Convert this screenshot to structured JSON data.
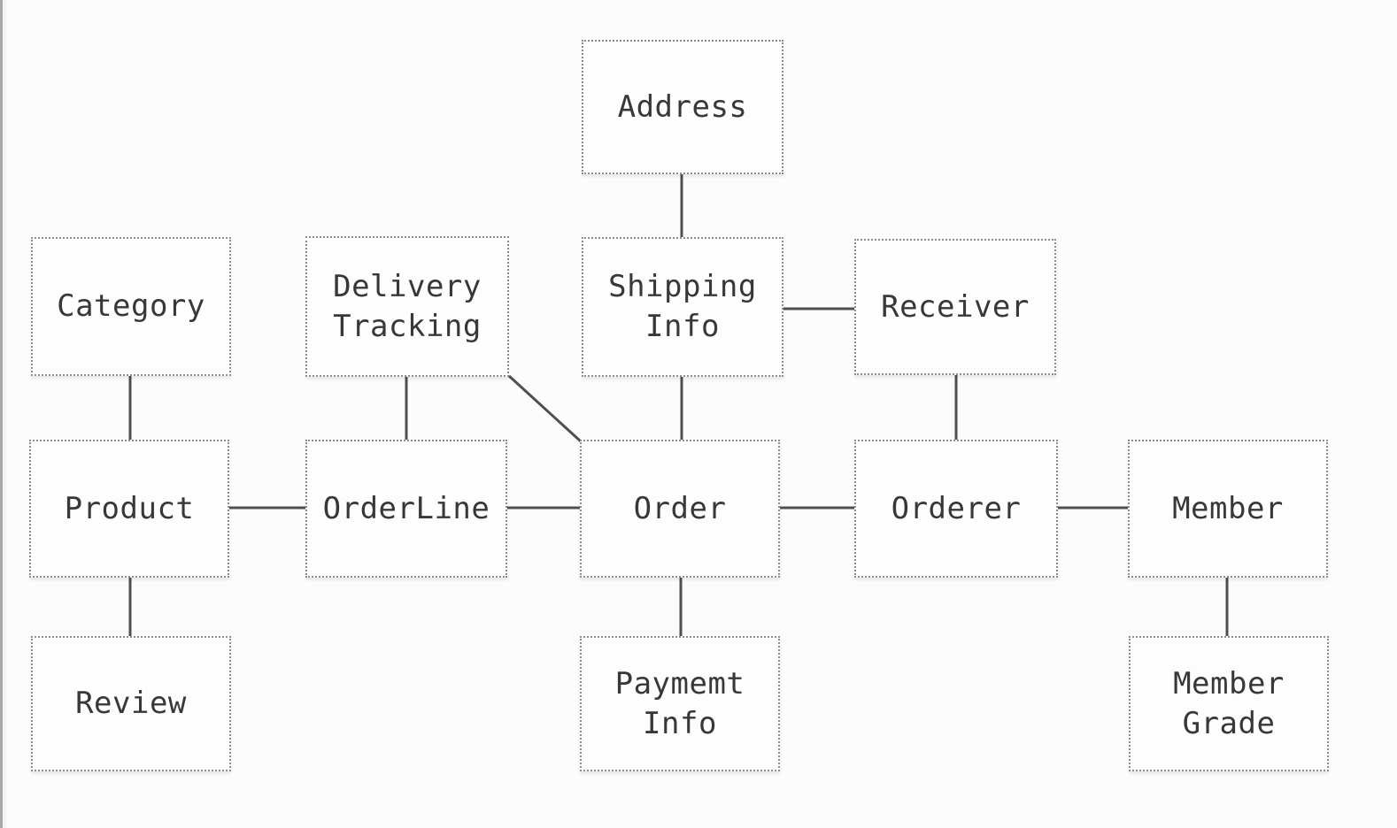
{
  "diagram": {
    "nodes": {
      "address": {
        "label": "Address"
      },
      "category": {
        "label": "Category"
      },
      "delivery": {
        "label": "Delivery\nTracking"
      },
      "shipping": {
        "label": "Shipping\nInfo"
      },
      "receiver": {
        "label": "Receiver"
      },
      "product": {
        "label": "Product"
      },
      "orderline": {
        "label": "OrderLine"
      },
      "order": {
        "label": "Order"
      },
      "orderer": {
        "label": "Orderer"
      },
      "member": {
        "label": "Member"
      },
      "review": {
        "label": "Review"
      },
      "paymentinfo": {
        "label": "Paymemt\nInfo"
      },
      "membergrade": {
        "label": "Member\nGrade"
      }
    },
    "edges": [
      {
        "from": "Address",
        "to": "Shipping Info"
      },
      {
        "from": "Shipping Info",
        "to": "Receiver"
      },
      {
        "from": "Shipping Info",
        "to": "Order"
      },
      {
        "from": "Category",
        "to": "Product"
      },
      {
        "from": "Delivery Tracking",
        "to": "OrderLine"
      },
      {
        "from": "Delivery Tracking",
        "to": "Order"
      },
      {
        "from": "Receiver",
        "to": "Orderer"
      },
      {
        "from": "Product",
        "to": "OrderLine"
      },
      {
        "from": "OrderLine",
        "to": "Order"
      },
      {
        "from": "Order",
        "to": "Orderer"
      },
      {
        "from": "Orderer",
        "to": "Member"
      },
      {
        "from": "Product",
        "to": "Review"
      },
      {
        "from": "Order",
        "to": "Paymemt Info"
      },
      {
        "from": "Member",
        "to": "Member Grade"
      }
    ],
    "colors": {
      "background": "#fcfcfc",
      "box_border": "#8d8d8d",
      "connector": "#4f4f4f",
      "text": "#383838"
    }
  }
}
